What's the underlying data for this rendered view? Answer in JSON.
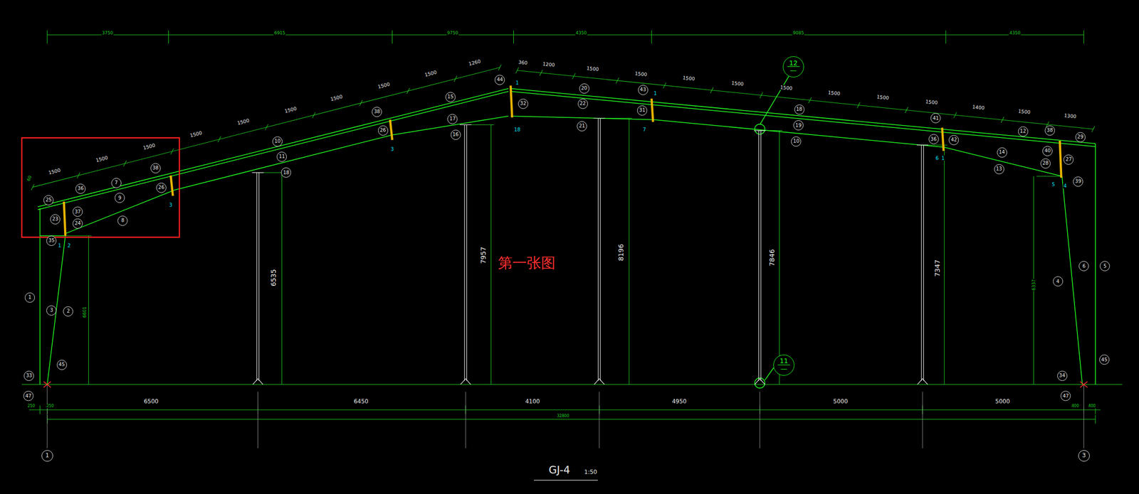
{
  "diagram": {
    "title": "GJ-4",
    "nodes": [
      {
        "text": [
          "25"
        ]
      },
      {
        "text": [
          "36"
        ]
      },
      {
        "text": [
          "23"
        ]
      },
      {
        "text": [
          "37"
        ]
      },
      {
        "text": [
          "24"
        ]
      },
      {
        "text": [
          "35"
        ]
      },
      {
        "text": [
          "7"
        ]
      },
      {
        "text": [
          "9"
        ]
      },
      {
        "text": [
          "8"
        ]
      },
      {
        "text": [
          "38"
        ]
      },
      {
        "text": [
          "26"
        ]
      },
      {
        "text": [
          "1"
        ]
      },
      {
        "text": [
          "3"
        ]
      },
      {
        "text": [
          "2"
        ]
      },
      {
        "text": [
          "45"
        ]
      },
      {
        "text": [
          "33"
        ]
      },
      {
        "text": [
          "47"
        ]
      },
      {
        "text": [
          "10"
        ]
      },
      {
        "text": [
          "11"
        ]
      },
      {
        "text": [
          "18"
        ]
      },
      {
        "text": [
          "38"
        ]
      },
      {
        "text": [
          "26"
        ]
      },
      {
        "text": [
          "15"
        ]
      },
      {
        "text": [
          "17"
        ]
      },
      {
        "text": [
          "16"
        ]
      },
      {
        "text": [
          "44"
        ]
      },
      {
        "text": [
          "32"
        ]
      },
      {
        "text": [
          "20"
        ]
      },
      {
        "text": [
          "22"
        ]
      },
      {
        "text": [
          "21"
        ]
      },
      {
        "text": [
          "43"
        ]
      },
      {
        "text": [
          "31"
        ]
      },
      {
        "text": [
          "12",
          "—"
        ]
      },
      {
        "text": [
          "18"
        ]
      },
      {
        "text": [
          "19"
        ]
      },
      {
        "text": [
          "10"
        ]
      },
      {
        "text": [
          "11",
          "—"
        ]
      },
      {
        "text": [
          "41"
        ]
      },
      {
        "text": [
          "36"
        ]
      },
      {
        "text": [
          "42"
        ]
      },
      {
        "text": [
          "12"
        ]
      },
      {
        "text": [
          "14"
        ]
      },
      {
        "text": [
          "13"
        ]
      },
      {
        "text": [
          "38"
        ]
      },
      {
        "text": [
          "40"
        ]
      },
      {
        "text": [
          "28"
        ]
      },
      {
        "text": [
          "29"
        ]
      },
      {
        "text": [
          "27"
        ]
      },
      {
        "text": [
          "39"
        ]
      },
      {
        "text": [
          "6"
        ]
      },
      {
        "text": [
          "5"
        ]
      },
      {
        "text": [
          "4"
        ]
      },
      {
        "text": [
          "45"
        ]
      },
      {
        "text": [
          "34"
        ]
      },
      {
        "text": [
          "47"
        ]
      },
      {
        "text": [
          "1"
        ]
      },
      {
        "text": [
          "3"
        ]
      }
    ],
    "labels": [
      "3750",
      "6915",
      "9750",
      "4350",
      "9085",
      "4350",
      "60",
      "1500",
      "1500",
      "1500",
      "1500",
      "1500",
      "1500",
      "1500",
      "1500",
      "1500",
      "1260",
      "360",
      "1200",
      "1500",
      "1500",
      "1500",
      "1500",
      "1500",
      "1500",
      "1500",
      "1500",
      "1400",
      "1500",
      "1300",
      "6535",
      "7957",
      "8196",
      "7846",
      "7347",
      "6337",
      "6601",
      "6500",
      "6450",
      "4100",
      "4950",
      "5000",
      "5000",
      "32800",
      "250",
      "250",
      "400",
      "400",
      "1",
      "2",
      "3",
      "3",
      "18",
      "1",
      "7",
      "1",
      "6",
      "1",
      "5",
      "4",
      "第一张图",
      "1:50"
    ]
  }
}
